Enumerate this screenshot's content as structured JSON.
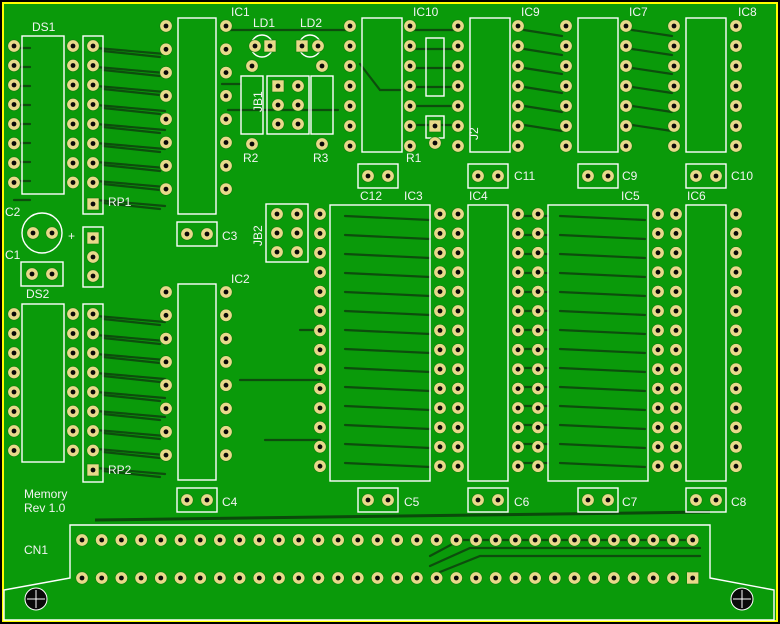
{
  "board": {
    "colors": {
      "copper": "#0a9a0a",
      "edge": "#ffff00",
      "pad": "#e8d98a",
      "hole": "#0a0a0a",
      "silk": "#ffffff"
    },
    "labels": {
      "ds1": "DS1",
      "ds2": "DS2",
      "rp1": "RP1",
      "rp2": "RP2",
      "ic1": "IC1",
      "ic2": "IC2",
      "ic3": "IC3",
      "ic4": "IC4",
      "ic5": "IC5",
      "ic6": "IC6",
      "ic7": "IC7",
      "ic8": "IC8",
      "ic9": "IC9",
      "ic10": "IC10",
      "ld1": "LD1",
      "ld2": "LD2",
      "jb1": "JB1",
      "jb2": "JB2",
      "j2": "J2",
      "r1": "R1",
      "r2": "R2",
      "r3": "R3",
      "c1": "C1",
      "c2": "C2",
      "c3": "C3",
      "c4": "C4",
      "c5": "C5",
      "c6": "C6",
      "c7": "C7",
      "c8": "C8",
      "c9": "C9",
      "c10": "C10",
      "c11": "C11",
      "c12": "C12",
      "cn1": "CN1",
      "plus": "+"
    },
    "title_line1": "Memory",
    "title_line2": "Rev 1.0"
  }
}
